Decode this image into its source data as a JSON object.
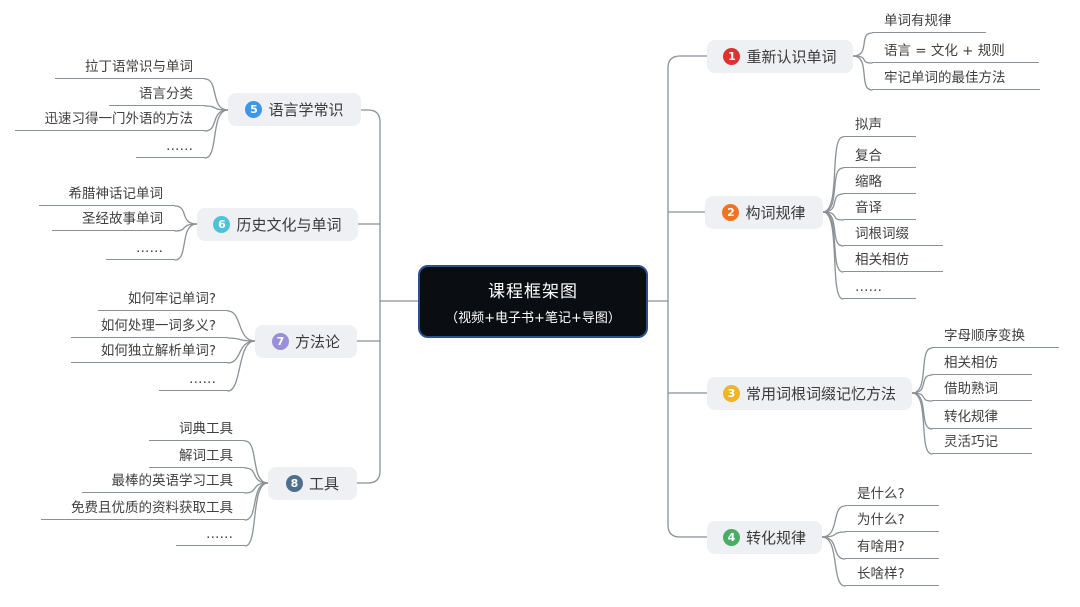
{
  "root": {
    "title": "课程框架图",
    "subtitle": "（视频+电子书+笔记+导图）"
  },
  "colors": {
    "node_bg": "#eef0f3",
    "line": "#8a9197",
    "central_bg": "#0a0e13",
    "central_border": "#2e4e8f"
  },
  "branches": {
    "right": [
      {
        "num": "1",
        "label": "重新认识单词",
        "color": "#e03131",
        "children": [
          "单词有规律",
          "语言 = 文化 + 规则",
          "牢记单词的最佳方法"
        ]
      },
      {
        "num": "2",
        "label": "构词规律",
        "color": "#f1731f",
        "children": [
          "拟声",
          "复合",
          "缩略",
          "音译",
          "词根词缀",
          "相关相仿",
          "……"
        ]
      },
      {
        "num": "3",
        "label": "常用词根词缀记忆方法",
        "color": "#f0b429",
        "children": [
          "字母顺序变换",
          "相关相仿",
          "借助熟词",
          "转化规律",
          "灵活巧记"
        ]
      },
      {
        "num": "4",
        "label": "转化规律",
        "color": "#49ad63",
        "children": [
          "是什么?",
          "为什么?",
          "有啥用?",
          "长啥样?"
        ]
      }
    ],
    "left": [
      {
        "num": "5",
        "label": "语言学常识",
        "color": "#3e97e6",
        "children": [
          "拉丁语常识与单词",
          "语言分类",
          "迅速习得一门外语的方法",
          "……"
        ]
      },
      {
        "num": "6",
        "label": "历史文化与单词",
        "color": "#4cc3d9",
        "children": [
          "希腊神话记单词",
          "圣经故事单词",
          "……"
        ]
      },
      {
        "num": "7",
        "label": "方法论",
        "color": "#998fd8",
        "children": [
          "如何牢记单词?",
          "如何处理一词多义?",
          "如何独立解析单词?",
          "……"
        ]
      },
      {
        "num": "8",
        "label": "工具",
        "color": "#4e6e8e",
        "children": [
          "词典工具",
          "解词工具",
          "最棒的英语学习工具",
          "免费且优质的资料获取工具",
          "……"
        ]
      }
    ]
  }
}
